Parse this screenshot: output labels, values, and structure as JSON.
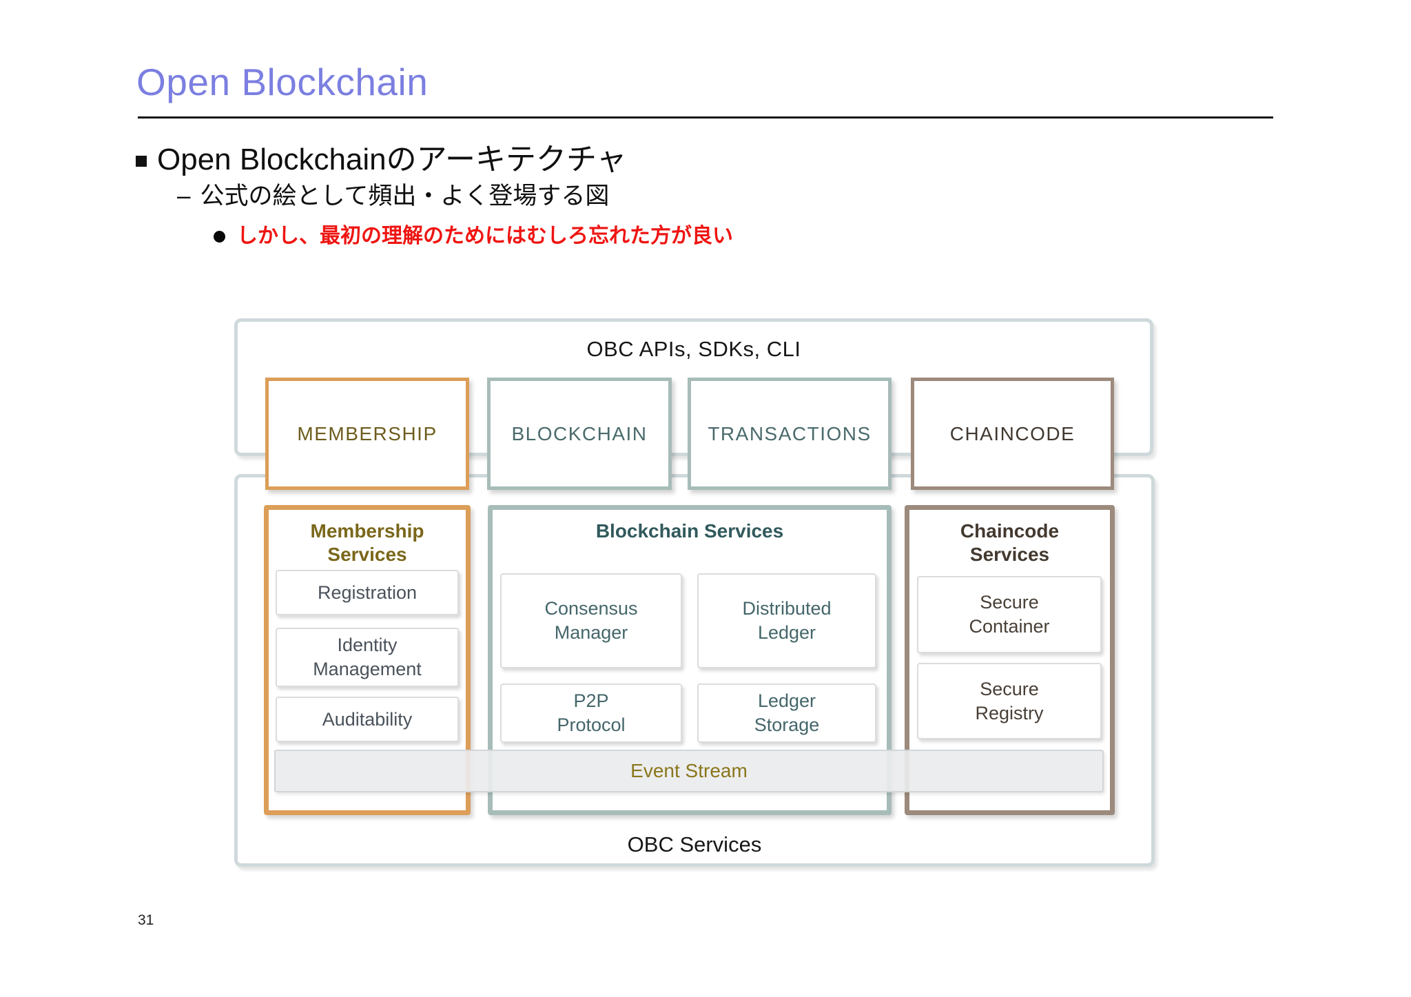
{
  "header": {
    "title": "Open Blockchain"
  },
  "bullets": {
    "level1": "Open Blockchainのアーキテクチャ",
    "level2_dash": "–",
    "level2": "公式の絵として頻出・よく登場する図",
    "level3": "しかし、最初の理解のためにはむしろ忘れた方が良い"
  },
  "diagram": {
    "api_layer": {
      "title": "OBC APIs, SDKs, CLI",
      "boxes": [
        {
          "label": "MEMBERSHIP",
          "theme": "orange"
        },
        {
          "label": "BLOCKCHAIN",
          "theme": "teal"
        },
        {
          "label": "TRANSACTIONS",
          "theme": "teal"
        },
        {
          "label": "CHAINCODE",
          "theme": "brown"
        }
      ]
    },
    "services_layer": {
      "title": "OBC Services",
      "columns": [
        {
          "title": "Membership Services",
          "theme": "orange",
          "items": [
            "Registration",
            "Identity Management",
            "Auditability"
          ]
        },
        {
          "title": "Blockchain Services",
          "theme": "teal",
          "items": [
            "Consensus Manager",
            "Distributed Ledger",
            "P2P Protocol",
            "Ledger Storage"
          ]
        },
        {
          "title": "Chaincode Services",
          "theme": "brown",
          "items": [
            "Secure Container",
            "Secure Registry"
          ]
        }
      ],
      "event_stream_label": "Event Stream"
    }
  },
  "page": {
    "number": "31"
  },
  "colors": {
    "title_blue": "#7b7fe0",
    "alert_red": "#ee1512",
    "orange_border": "#dc9e58",
    "teal_border": "#a7bcb8",
    "brown_border": "#9c8a7c",
    "container_border": "#cfd9dc",
    "olive_text": "#7a671a",
    "teal_text": "#31595c",
    "brown_text": "#43392f"
  }
}
